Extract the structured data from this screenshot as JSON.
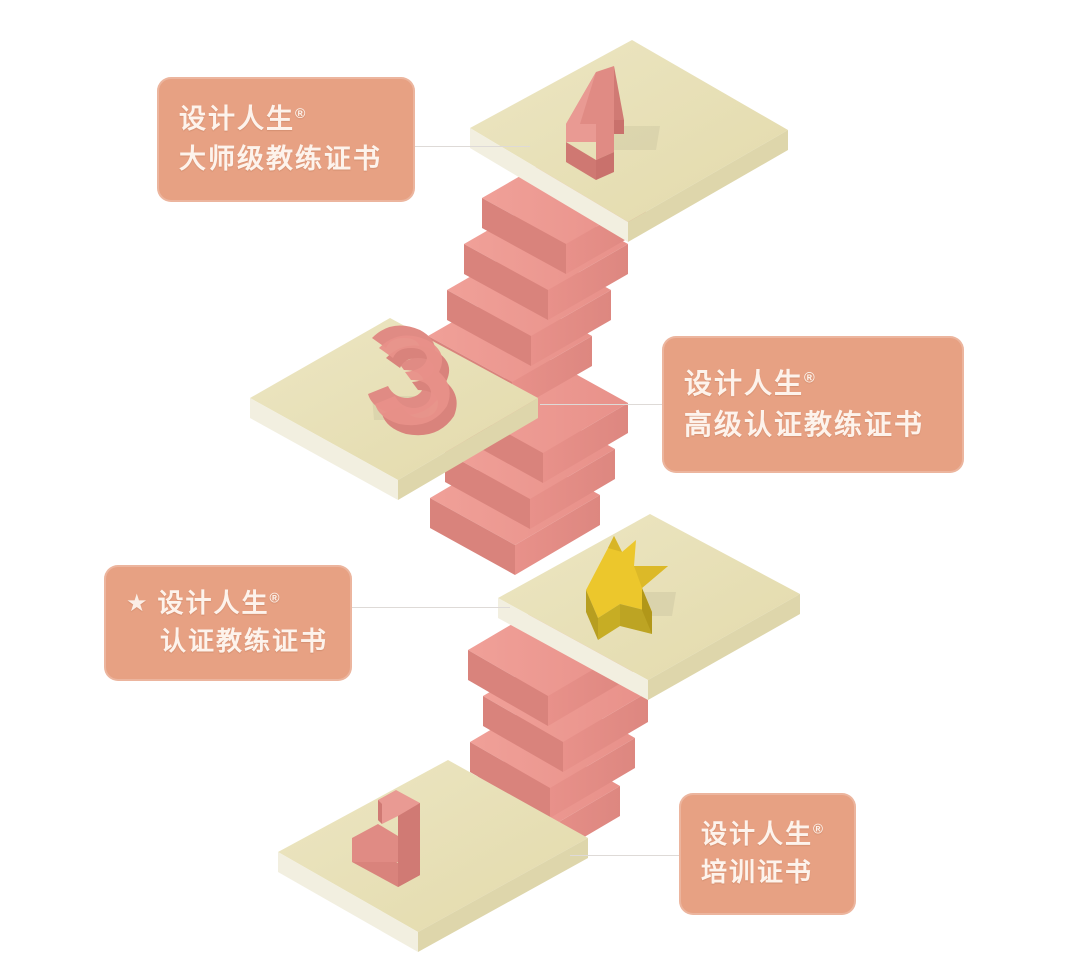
{
  "diagram": {
    "title": "",
    "type": "isometric-staircase-levels",
    "colors": {
      "background": "#ffffff",
      "label_bg": "#e7a183",
      "label_text": "#fdf3ec",
      "platform_top": "#e7dfb2",
      "platform_top_light": "#ece5c0",
      "platform_edge_front": "#ded6ab",
      "platform_edge_side": "#f4f1e4",
      "stair_top": "#ef9b92",
      "stair_riser": "#e58a82",
      "stair_side": "#d97f78",
      "numeral": "#e08b84",
      "numeral_dark": "#c9716c",
      "star_top": "#ecc72c",
      "star_side": "#bda423",
      "connector_line": "#dedad7"
    }
  },
  "levels": [
    {
      "id": "level-4",
      "marker": "4",
      "marker_type": "numeral",
      "label": {
        "star": false,
        "line1": "设计人生",
        "registered": "®",
        "line2": "大师级教练证书"
      }
    },
    {
      "id": "level-3",
      "marker": "3",
      "marker_type": "numeral",
      "label": {
        "star": false,
        "line1": "设计人生",
        "registered": "®",
        "line2": "高级认证教练证书"
      }
    },
    {
      "id": "level-2",
      "marker": "★",
      "marker_type": "star",
      "label": {
        "star": true,
        "star_glyph": "★",
        "line1": "设计人生",
        "registered": "®",
        "line2": "认证教练证书"
      }
    },
    {
      "id": "level-1",
      "marker": "1",
      "marker_type": "numeral",
      "label": {
        "star": false,
        "line1": "设计人生",
        "registered": "®",
        "line2": "培训证书"
      }
    }
  ]
}
